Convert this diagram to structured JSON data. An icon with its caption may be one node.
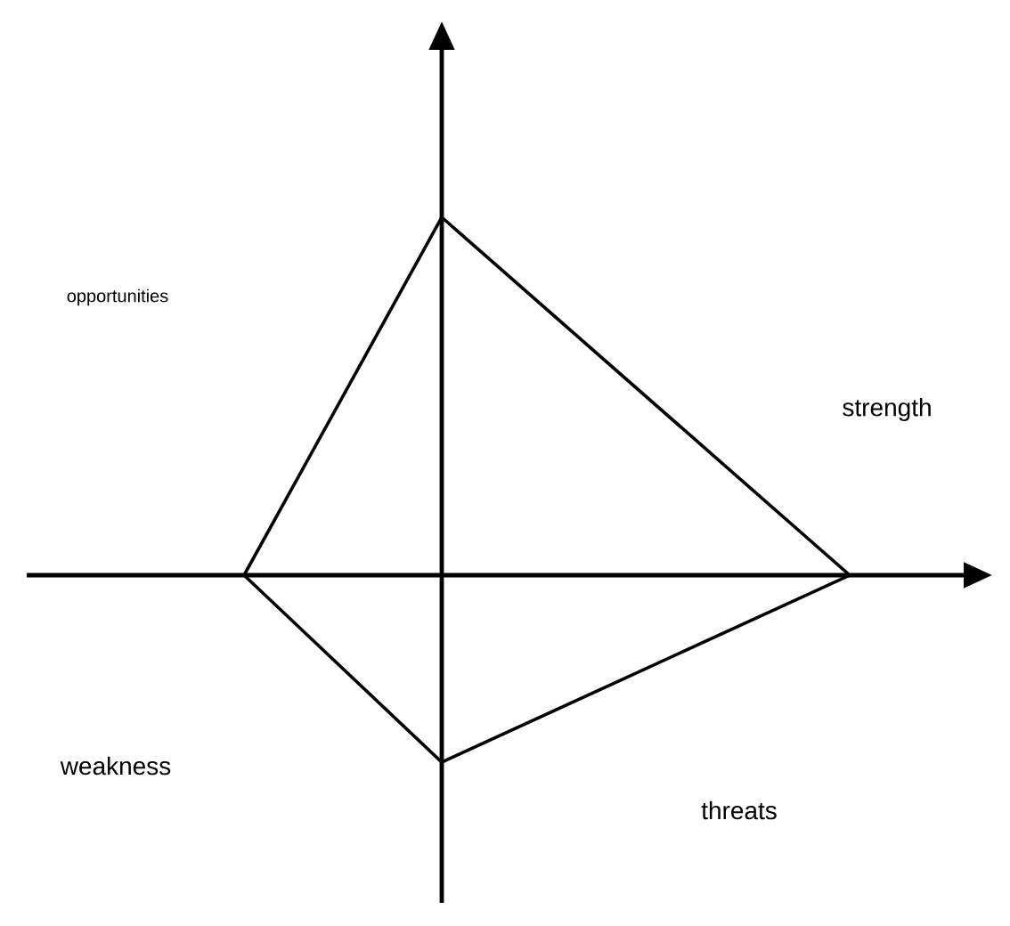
{
  "diagram": {
    "labels": [
      "opportunities",
      "strength",
      "weakness",
      "threats"
    ]
  }
}
